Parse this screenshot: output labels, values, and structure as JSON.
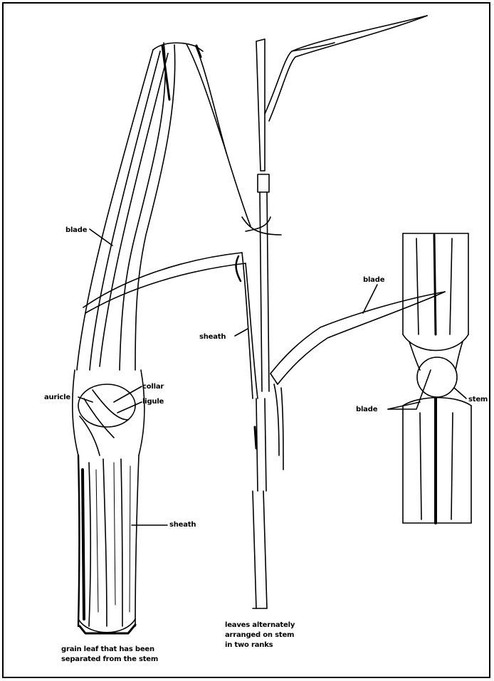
{
  "labels": {
    "blade_left": "blade",
    "blade_right": "blade",
    "sheath_middle": "sheath",
    "collar": "collar",
    "auricle": "auricle",
    "ligule": "ligule",
    "sheath_left": "sheath",
    "blade_detail": "blade",
    "stem_detail": "stem"
  },
  "captions": {
    "leaves": "leaves alternately\narranged on stem\nin two ranks",
    "grain_leaf": "grain leaf that has been\nseparated from the stem"
  },
  "colors": {
    "ink": "#000000",
    "paper": "#ffffff"
  }
}
